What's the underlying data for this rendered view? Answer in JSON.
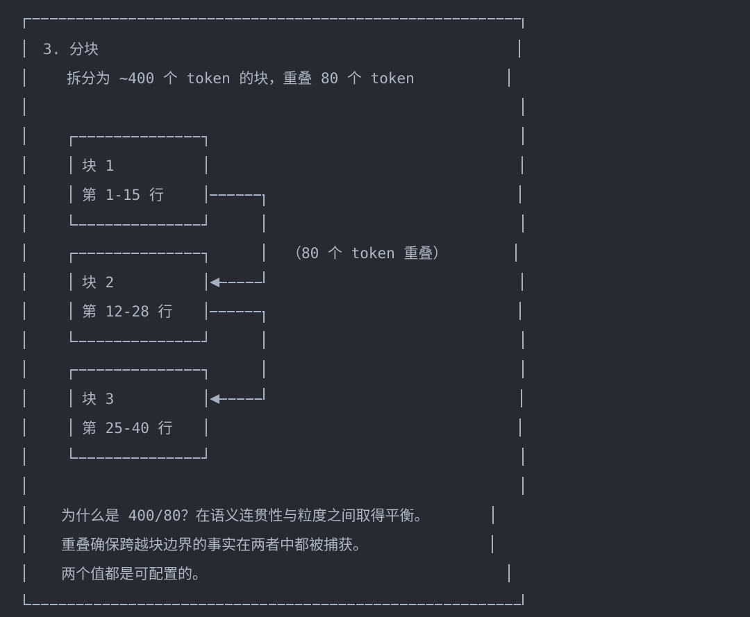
{
  "theme": {
    "background": "#262b33",
    "line_color": "#a8afbc",
    "text_color": "#afb6c2"
  },
  "diagram": {
    "step_number_title": "3. 分块",
    "description": "拆分为 ~400 个 token 的块，重叠 80 个 token",
    "chunks": [
      {
        "label": "块 1",
        "range": "第 1-15 行"
      },
      {
        "label": "块 2",
        "range": "第 12-28 行"
      },
      {
        "label": "块 3",
        "range": "第 25-40 行"
      }
    ],
    "overlap_annotation": "（80 个 token 重叠）",
    "notes": [
      "为什么是 400/80？在语义连贯性与粒度之间取得平衡。",
      "重叠确保跨越块边界的事实在两者中都被捕获。",
      "两个值都是可配置的。"
    ]
  }
}
